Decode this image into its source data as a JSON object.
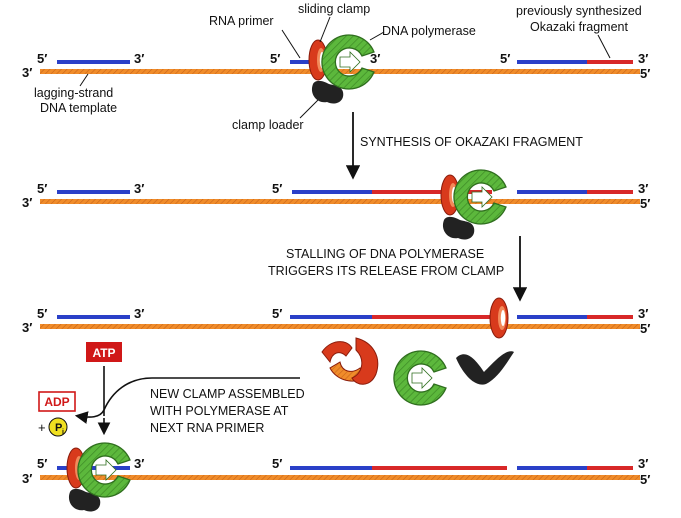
{
  "labels": {
    "rna_primer": "RNA primer",
    "sliding_clamp": "sliding clamp",
    "dna_polymerase": "DNA polymerase",
    "okazaki_line1": "previously synthesized",
    "okazaki_line2": "Okazaki fragment",
    "template_line1": "lagging-strand",
    "template_line2": "DNA template",
    "clamp_loader": "clamp loader",
    "atp": "ATP",
    "adp": "ADP",
    "plus": "+",
    "pi": "P",
    "pi_sub": "i"
  },
  "ends": {
    "five": "5′",
    "three": "3′"
  },
  "steps": {
    "step1": "SYNTHESIS OF OKAZAKI FRAGMENT",
    "step2_line1": "STALLING OF DNA POLYMERASE",
    "step2_line2": "TRIGGERS ITS RELEASE FROM CLAMP",
    "step3_line1": "NEW CLAMP ASSEMBLED",
    "step3_line2": "WITH POLYMERASE AT",
    "step3_line3": "NEXT RNA PRIMER"
  },
  "colors": {
    "template_strand": "#f08c2a",
    "new_dna": "#2a40c8",
    "rna": "#d82828",
    "polymerase": "#5cb83c",
    "clamp": "#d83a1c",
    "clamp_loader": "#222222",
    "atp_box": "#d01818",
    "pi_circle": "#f0e020"
  }
}
